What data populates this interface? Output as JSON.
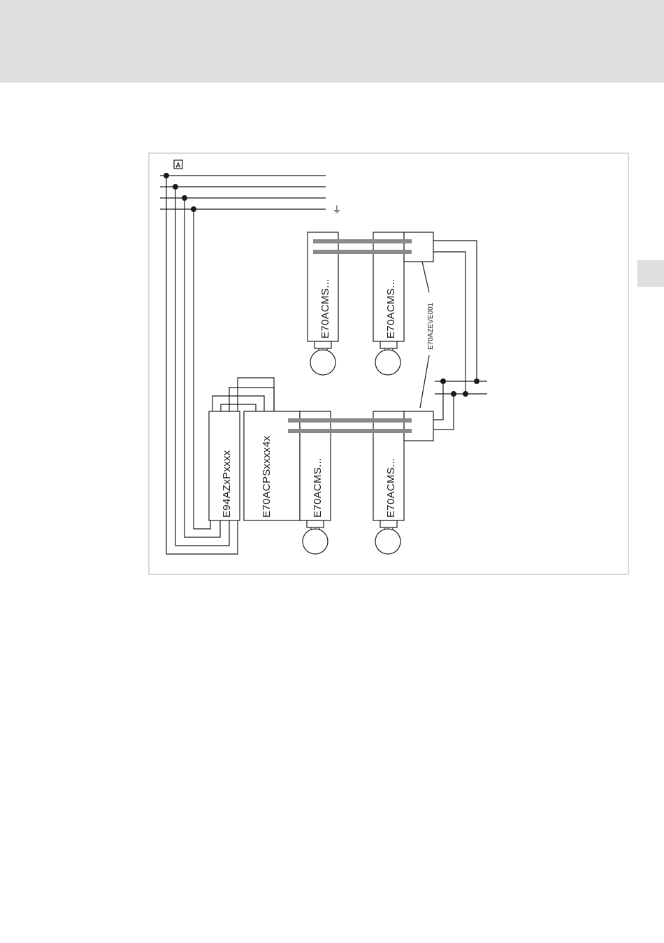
{
  "figure": {
    "legend_marker": "A",
    "earth_symbol": "⏚",
    "modules": {
      "supply_module": "E94AZxPxxxx",
      "power_supply": "E70ACPSxxxx4x",
      "axis_lower_left": "E70ACMS...",
      "axis_lower_right": "E70ACMS...",
      "axis_upper_left": "E70ACMS...",
      "axis_upper_right": "E70ACMS..."
    },
    "connector_label": "E70AZEVE001"
  }
}
